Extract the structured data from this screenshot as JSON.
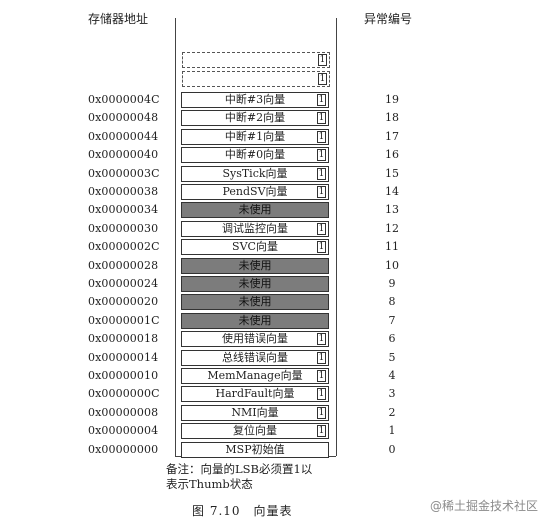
{
  "headers": {
    "address": "存储器地址",
    "exception": "异常编号"
  },
  "reserved_bit": "1",
  "rows": [
    {
      "address": "0x0000004C",
      "label": "中断#3向量",
      "exception": "19",
      "unused": false,
      "bit": true
    },
    {
      "address": "0x00000048",
      "label": "中断#2向量",
      "exception": "18",
      "unused": false,
      "bit": true
    },
    {
      "address": "0x00000044",
      "label": "中断#1向量",
      "exception": "17",
      "unused": false,
      "bit": true
    },
    {
      "address": "0x00000040",
      "label": "中断#0向量",
      "exception": "16",
      "unused": false,
      "bit": true
    },
    {
      "address": "0x0000003C",
      "label": "SysTick向量",
      "exception": "15",
      "unused": false,
      "bit": true
    },
    {
      "address": "0x00000038",
      "label": "PendSV向量",
      "exception": "14",
      "unused": false,
      "bit": true
    },
    {
      "address": "0x00000034",
      "label": "未使用",
      "exception": "13",
      "unused": true,
      "bit": false
    },
    {
      "address": "0x00000030",
      "label": "调试监控向量",
      "exception": "12",
      "unused": false,
      "bit": true
    },
    {
      "address": "0x0000002C",
      "label": "SVC向量",
      "exception": "11",
      "unused": false,
      "bit": true
    },
    {
      "address": "0x00000028",
      "label": "未使用",
      "exception": "10",
      "unused": true,
      "bit": false
    },
    {
      "address": "0x00000024",
      "label": "未使用",
      "exception": "9",
      "unused": true,
      "bit": false
    },
    {
      "address": "0x00000020",
      "label": "未使用",
      "exception": "8",
      "unused": true,
      "bit": false
    },
    {
      "address": "0x0000001C",
      "label": "未使用",
      "exception": "7",
      "unused": true,
      "bit": false
    },
    {
      "address": "0x00000018",
      "label": "使用错误向量",
      "exception": "6",
      "unused": false,
      "bit": true
    },
    {
      "address": "0x00000014",
      "label": "总线错误向量",
      "exception": "5",
      "unused": false,
      "bit": true
    },
    {
      "address": "0x00000010",
      "label": "MemManage向量",
      "exception": "4",
      "unused": false,
      "bit": true
    },
    {
      "address": "0x0000000C",
      "label": "HardFault向量",
      "exception": "3",
      "unused": false,
      "bit": true
    },
    {
      "address": "0x00000008",
      "label": "NMI向量",
      "exception": "2",
      "unused": false,
      "bit": true
    },
    {
      "address": "0x00000004",
      "label": "复位向量",
      "exception": "1",
      "unused": false,
      "bit": true
    },
    {
      "address": "0x00000000",
      "label": "MSP初始值",
      "exception": "0",
      "unused": false,
      "bit": false
    }
  ],
  "note": {
    "line1": "备注：向量的LSB必须置1以",
    "line2": "表示Thumb状态"
  },
  "caption": "图 7.10　向量表",
  "watermark": "@稀土掘金技术社区"
}
